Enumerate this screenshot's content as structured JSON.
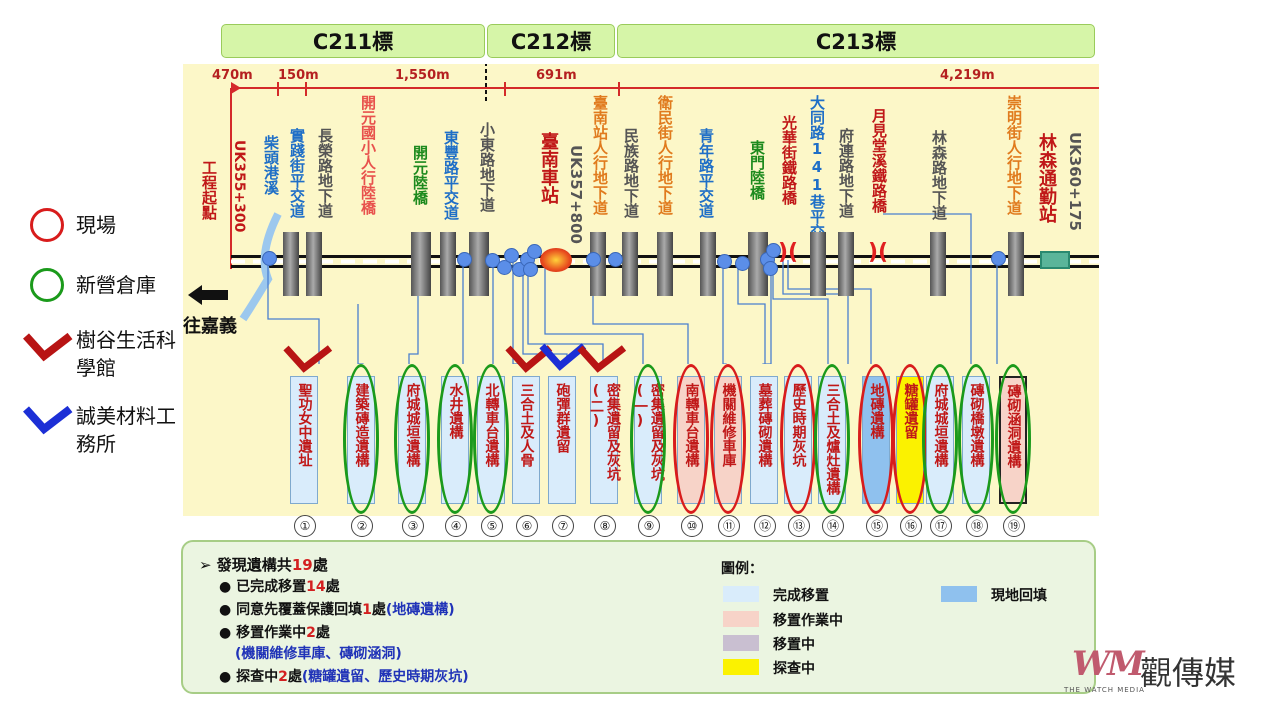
{
  "contracts": [
    {
      "label": "C211標"
    },
    {
      "label": "C212標"
    },
    {
      "label": "C213標"
    }
  ],
  "distances": [
    "470m",
    "150m",
    "1,550m",
    "691m",
    "4,219m"
  ],
  "left_labels": {
    "start": "工程起點",
    "start_km": "UK355+300",
    "direction": "往嘉義"
  },
  "stations": [
    {
      "name": "柴頭港溪",
      "color": "#1f6fc7"
    },
    {
      "name": "實踐街平交道",
      "color": "#1f6fc7"
    },
    {
      "name": "長榮路地下道",
      "color": "#555555"
    },
    {
      "name": "開元國小人行陸橋",
      "color": "#e8524d"
    },
    {
      "name": "開元陸橋",
      "color": "#1d8a1d"
    },
    {
      "name": "東豐路平交道",
      "color": "#1f6fc7"
    },
    {
      "name": "小東路地下道",
      "color": "#555555"
    },
    {
      "name": "臺南車站",
      "color": "#c01818"
    },
    {
      "name": "UK357+800",
      "color": "#555555"
    },
    {
      "name": "臺南站人行地下道",
      "color": "#e07b1e"
    },
    {
      "name": "民族路地下道",
      "color": "#555555"
    },
    {
      "name": "衛民街人行地下道",
      "color": "#e07b1e"
    },
    {
      "name": "青年路平交道",
      "color": "#1f6fc7"
    },
    {
      "name": "東門陸橋",
      "color": "#1d8a1d"
    },
    {
      "name": "光華街鐵路橋",
      "color": "#c01818"
    },
    {
      "name": "大同路141巷平交道",
      "color": "#1f6fc7"
    },
    {
      "name": "府連路地下道",
      "color": "#555555"
    },
    {
      "name": "月見堂溪鐵路橋",
      "color": "#c01818"
    },
    {
      "name": "林森路地下道",
      "color": "#555555"
    },
    {
      "name": "崇明街人行地下道",
      "color": "#e07b1e"
    },
    {
      "name": "林森通勤站",
      "color": "#c01818"
    },
    {
      "name": "UK360+175",
      "color": "#555555"
    }
  ],
  "sites": [
    {
      "num": "①",
      "name": "聖功女中遺址",
      "ring": "none"
    },
    {
      "num": "②",
      "name": "建築磚造遺構",
      "ring": "green"
    },
    {
      "num": "③",
      "name": "府城城垣遺構",
      "ring": "green"
    },
    {
      "num": "④",
      "name": "水井遺構",
      "ring": "green"
    },
    {
      "num": "⑤",
      "name": "北轉車台遺構",
      "ring": "green"
    },
    {
      "num": "⑥",
      "name": "三合土及人骨",
      "ring": "none"
    },
    {
      "num": "⑦",
      "name": "砲彈群遺留",
      "ring": "none"
    },
    {
      "num": "⑧",
      "name": "密集遺留及灰坑(二)",
      "ring": "none"
    },
    {
      "num": "⑨",
      "name": "密集遺留及灰坑(一)",
      "ring": "green"
    },
    {
      "num": "⑩",
      "name": "南轉車台遺構",
      "ring": "red"
    },
    {
      "num": "⑪",
      "name": "機關維修車庫",
      "ring": "red"
    },
    {
      "num": "⑫",
      "name": "墓葬磚砌遺構",
      "ring": "none"
    },
    {
      "num": "⑬",
      "name": "歷史時期灰坑",
      "ring": "red"
    },
    {
      "num": "⑭",
      "name": "三合土及爐灶遺構",
      "ring": "green"
    },
    {
      "num": "⑮",
      "name": "地磚遺構",
      "ring": "red"
    },
    {
      "num": "⑯",
      "name": "糖罐遺留",
      "ring": "red"
    },
    {
      "num": "⑰",
      "name": "府城城垣遺構",
      "ring": "green"
    },
    {
      "num": "⑱",
      "name": "磚砌橋墩遺構",
      "ring": "green"
    },
    {
      "num": "⑲",
      "name": "磚砌涵洞遺構",
      "ring": "green"
    }
  ],
  "storage_legend": [
    {
      "label": "現場",
      "type": "red-circle"
    },
    {
      "label": "新營倉庫",
      "type": "green-circle"
    },
    {
      "label": "樹谷生活科學館",
      "type": "red-check"
    },
    {
      "label": "誠美材料工務所",
      "type": "blue-check"
    }
  ],
  "summary": {
    "line1_a": "發現遺構共",
    "line1_num": "19",
    "line1_b": "處",
    "line2_a": "已完成移置",
    "line2_num": "14",
    "line2_b": "處",
    "line3_a": "同意先覆蓋保護回填",
    "line3_num": "1",
    "line3_b": "處",
    "line3_c": "(地磚遺構)",
    "line4_a": "移置作業中",
    "line4_num": "2",
    "line4_b": "處",
    "line4_c": "(機關維修車庫、磚砌涵洞)",
    "line5_a": "探查中",
    "line5_num": "2",
    "line5_b": "處",
    "line5_c": "(糖罐遺留、歷史時期灰坑)"
  },
  "legend": {
    "title": "圖例：",
    "items": [
      {
        "label": "完成移置",
        "color": "#d9ecfb"
      },
      {
        "label": "移置作業中",
        "color": "#f7d3c8"
      },
      {
        "label": "移置中",
        "color": "#c9bfd1"
      },
      {
        "label": "探查中",
        "color": "#fbf200"
      },
      {
        "label": "現地回填",
        "color": "#8fc1ee"
      }
    ]
  },
  "watermark": {
    "logo": "WM",
    "name": "觀傳媒",
    "tagline": "THE WATCH MEDIA"
  }
}
